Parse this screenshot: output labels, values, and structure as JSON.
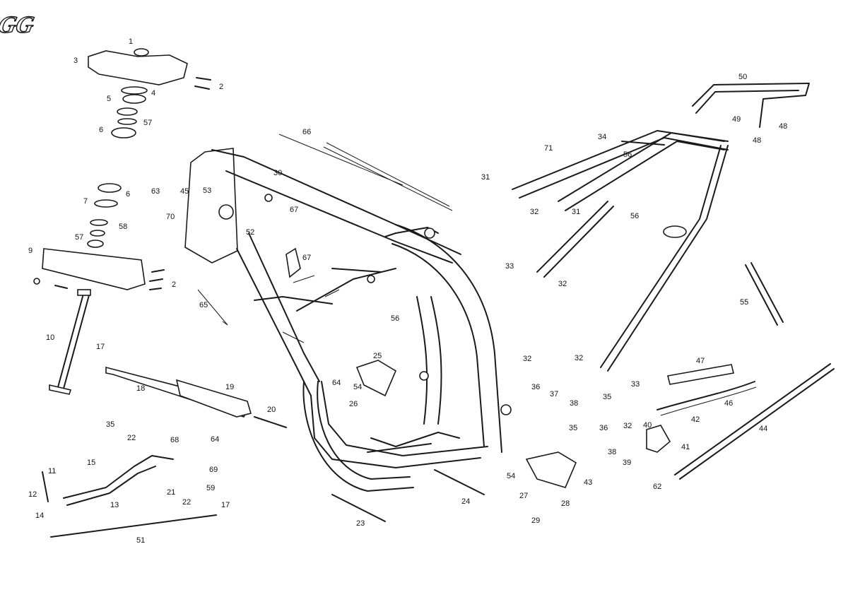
{
  "logo": {
    "text": "GG"
  },
  "parts": [
    {
      "num": "1"
    },
    {
      "num": "2"
    },
    {
      "num": "3"
    },
    {
      "num": "4"
    },
    {
      "num": "5"
    },
    {
      "num": "6"
    },
    {
      "num": "57"
    },
    {
      "num": "6"
    },
    {
      "num": "7"
    },
    {
      "num": "58"
    },
    {
      "num": "57"
    },
    {
      "num": "9"
    },
    {
      "num": "2"
    },
    {
      "num": "10"
    },
    {
      "num": "63"
    },
    {
      "num": "70"
    },
    {
      "num": "45"
    },
    {
      "num": "53"
    },
    {
      "num": "67"
    },
    {
      "num": "52"
    },
    {
      "num": "30"
    },
    {
      "num": "66"
    },
    {
      "num": "67"
    },
    {
      "num": "65"
    },
    {
      "num": "56"
    },
    {
      "num": "17"
    },
    {
      "num": "18"
    },
    {
      "num": "19"
    },
    {
      "num": "20"
    },
    {
      "num": "64"
    },
    {
      "num": "64"
    },
    {
      "num": "25"
    },
    {
      "num": "54"
    },
    {
      "num": "26"
    },
    {
      "num": "35"
    },
    {
      "num": "22"
    },
    {
      "num": "68"
    },
    {
      "num": "15"
    },
    {
      "num": "11"
    },
    {
      "num": "12"
    },
    {
      "num": "14"
    },
    {
      "num": "13"
    },
    {
      "num": "21"
    },
    {
      "num": "69"
    },
    {
      "num": "59"
    },
    {
      "num": "22"
    },
    {
      "num": "17"
    },
    {
      "num": "51"
    },
    {
      "num": "23"
    },
    {
      "num": "24"
    },
    {
      "num": "54"
    },
    {
      "num": "27"
    },
    {
      "num": "28"
    },
    {
      "num": "29"
    },
    {
      "num": "43"
    },
    {
      "num": "32"
    },
    {
      "num": "36"
    },
    {
      "num": "37"
    },
    {
      "num": "38"
    },
    {
      "num": "35"
    },
    {
      "num": "32"
    },
    {
      "num": "33"
    },
    {
      "num": "35"
    },
    {
      "num": "36"
    },
    {
      "num": "38"
    },
    {
      "num": "32"
    },
    {
      "num": "39"
    },
    {
      "num": "40"
    },
    {
      "num": "42"
    },
    {
      "num": "41"
    },
    {
      "num": "47"
    },
    {
      "num": "46"
    },
    {
      "num": "44"
    },
    {
      "num": "62"
    },
    {
      "num": "55"
    },
    {
      "num": "50"
    },
    {
      "num": "49"
    },
    {
      "num": "48"
    },
    {
      "num": "48"
    },
    {
      "num": "34"
    },
    {
      "num": "71"
    },
    {
      "num": "56"
    },
    {
      "num": "31"
    },
    {
      "num": "32"
    },
    {
      "num": "31"
    },
    {
      "num": "56"
    },
    {
      "num": "33"
    },
    {
      "num": "32"
    }
  ]
}
